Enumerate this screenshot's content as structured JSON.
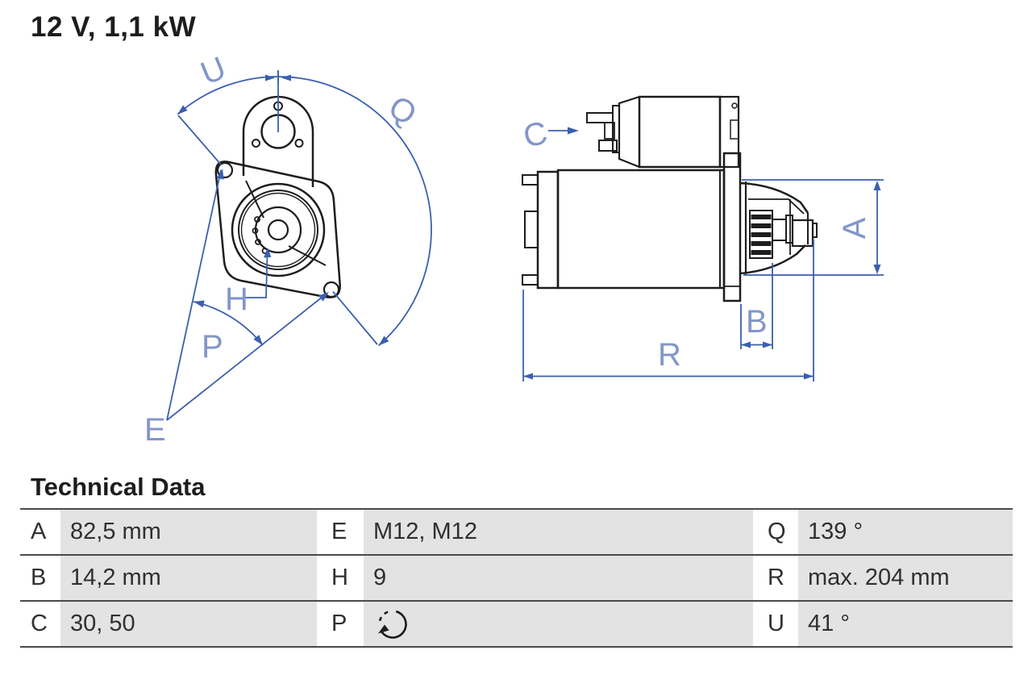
{
  "title": "12 V, 1,1 kW",
  "drawing": {
    "front_view_labels": {
      "u": "U",
      "q": "Q",
      "e": "E",
      "p": "P",
      "h": "H"
    },
    "side_view_labels": {
      "c": "C",
      "a": "A",
      "b": "B",
      "r": "R"
    }
  },
  "table": {
    "heading": "Technical Data",
    "rows": [
      {
        "cells": [
          {
            "k": "A",
            "v": "82,5 mm"
          },
          {
            "k": "E",
            "v": "M12, M12"
          },
          {
            "k": "Q",
            "v": "139 °"
          }
        ]
      },
      {
        "cells": [
          {
            "k": "B",
            "v": "14,2 mm"
          },
          {
            "k": "H",
            "v": "9"
          },
          {
            "k": "R",
            "v": "max. 204 mm"
          }
        ]
      },
      {
        "cells": [
          {
            "k": "C",
            "v": "30, 50"
          },
          {
            "k": "P",
            "v": "",
            "icon": "rotation-direction-clockwise"
          },
          {
            "k": "U",
            "v": "41 °"
          }
        ]
      }
    ]
  },
  "colors": {
    "dimension_blue": "#3a5fae",
    "label_blue": "#8296c9",
    "line_black": "#1d1d1d",
    "cell_gray": "#e3e3e4",
    "rule_gray": "#4a4a4a"
  }
}
